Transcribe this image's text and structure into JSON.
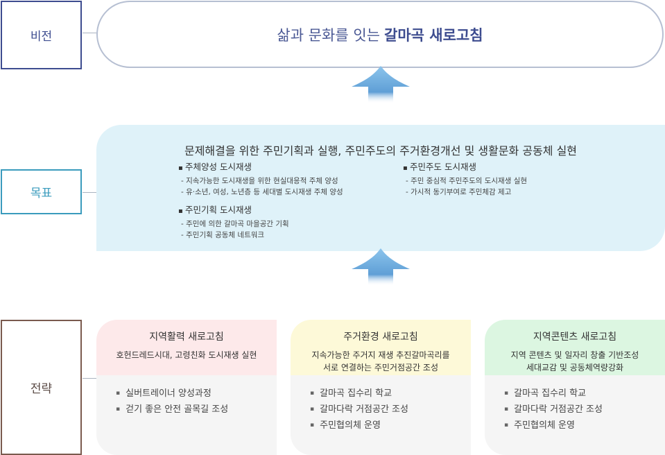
{
  "vision": {
    "label": "비전",
    "statement_plain": "삶과 문화를 잇는",
    "statement_bold": "갈마곡 새로고침"
  },
  "goal": {
    "label": "목표",
    "title": "문제해결을 위한 주민기획과 실행, 주민주도의 주거환경개선 및 생활문화 공동체 실현",
    "groups": [
      {
        "heading": "주체양성 도시재생",
        "items": [
          "- 지속가능한 도시재생을 위한 현실대응적 주체 양성",
          "- 유·소년, 여성, 노년층 등 세대별 도시재생 주체 양성"
        ]
      },
      {
        "heading": "주민주도 도시재생",
        "items": [
          "- 주민 중심적 주민주도의 도시재생 실현",
          "- 가시적 동기부여로 주민체감 제고"
        ]
      },
      {
        "heading": "주민기획 도시재생",
        "items": [
          "- 주민에 의한 갈마곡 마을공간 기획",
          "- 주민기획 공동체 네트워크"
        ]
      }
    ]
  },
  "strategy": {
    "label": "전략",
    "columns": [
      {
        "title": "지역활력 새로고침",
        "desc": [
          "호헌드레드시대, 고령친화 도시재생 실현"
        ],
        "items": [
          "실버트레이너 양성과정",
          "걷기 좋은 안전 골목길 조성"
        ],
        "color": "#fde9ea"
      },
      {
        "title": "주거환경 새로고침",
        "desc": [
          "지속가능한 주거지 재생 추진갈마곡리를",
          "서로 연결하는 주민거점공간 조성"
        ],
        "items": [
          "갈마곡 집수리 학교",
          "갈마다락 거점공간 조성",
          "주민협의체 운영"
        ],
        "color": "#fdf9d8"
      },
      {
        "title": "지역콘텐츠 새로고침",
        "desc": [
          "지역 콘텐츠 및 일자리 창출 기반조성",
          "세대교감 및 공동체역량강화"
        ],
        "items": [
          "갈마곡 집수리 학교",
          "갈마다락 거점공간 조성",
          "주민협의체 운영"
        ],
        "color": "#dcf6e1"
      }
    ]
  },
  "colors": {
    "vision": "#3d4c8f",
    "goal": "#3a9bbd",
    "strategy": "#7a5a4e",
    "arrow": "#6fa9dc"
  }
}
